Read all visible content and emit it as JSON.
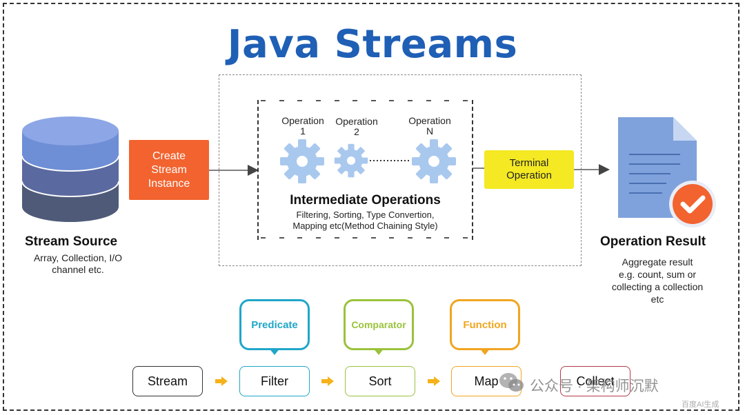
{
  "title": "Java Streams",
  "source": {
    "heading": "Stream Source",
    "description_line1": "Array, Collection, I/O",
    "description_line2": "channel etc."
  },
  "create_instance": {
    "line1": "Create",
    "line2": "Stream",
    "line3": "Instance"
  },
  "operations": [
    {
      "line1": "Operation",
      "line2": "1"
    },
    {
      "line1": "Operation",
      "line2": "2"
    },
    {
      "line1": "Operation",
      "line2": "N"
    }
  ],
  "intermediate": {
    "heading": "Intermediate Operations",
    "line1": "Filtering, Sorting, Type Convertion,",
    "line2": "Mapping etc(Method Chaining Style)"
  },
  "terminal": {
    "line1": "Terminal",
    "line2": "Operation"
  },
  "result": {
    "heading": "Operation Result",
    "line1": "Aggregate result",
    "line2": "e.g. count, sum or",
    "line3": "collecting a collection",
    "line4": "etc"
  },
  "bubbles": [
    {
      "label": "Predicate",
      "color": "#1fa6c9"
    },
    {
      "label": "Comparator",
      "color": "#9ac23b"
    },
    {
      "label": "Function",
      "color": "#f0a51f"
    }
  ],
  "pipeline": [
    {
      "label": "Stream",
      "border": "#333333"
    },
    {
      "label": "Filter",
      "border": "#1fa6c9"
    },
    {
      "label": "Sort",
      "border": "#9ac23b"
    },
    {
      "label": "Map",
      "border": "#f0a51f"
    },
    {
      "label": "Collect",
      "border": "#b23a4a"
    }
  ],
  "watermark": {
    "main": "公众号 · 架构师沉默",
    "corner": "百度AI生成"
  },
  "colors": {
    "title": "#1f5fb5",
    "create": "#f2632f",
    "terminal": "#f4e922",
    "gear": "#a9c8ee",
    "check": "#f2632f",
    "arrow": "#f5b21b"
  }
}
